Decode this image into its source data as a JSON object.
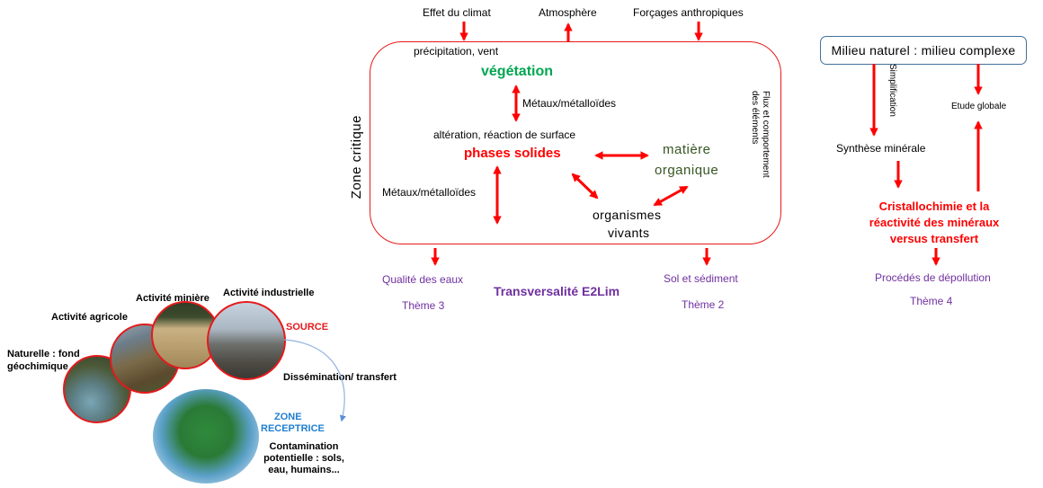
{
  "colors": {
    "arrow_red": "#ff0000",
    "box_border_red": "#e51a1a",
    "vegetation_green": "#00a650",
    "organic_green": "#375623",
    "theme_purple": "#7030a0",
    "receptor_blue": "#1f7fd1",
    "milieu_box_border": "#41719c"
  },
  "critical_zone": {
    "side_label": "Zone critique",
    "right_label_line1": "Flux et comportement",
    "right_label_line2": "des éléments",
    "inputs": [
      {
        "label": "Effet du climat",
        "direction": "down"
      },
      {
        "label": "Atmosphère",
        "direction": "up"
      },
      {
        "label": "Forçages anthropiques",
        "direction": "down"
      }
    ],
    "precipitation": "précipitation, vent",
    "vegetation": "végétation",
    "metals_upper": "Métaux/métalloïdes",
    "alteration": "altération, réaction de surface",
    "solid_phases": "phases solides",
    "organic_matter_line1": "matière",
    "organic_matter_line2": "organique",
    "metals_lower": "Métaux/métalloïdes",
    "organisms_line1": "organismes",
    "organisms_line2": "vivants"
  },
  "themes": {
    "water_quality": "Qualité des eaux",
    "theme3": "Thème 3",
    "transversality": "Transversalité E2Lim",
    "soil_sediment": "Sol et sédiment",
    "theme2": "Thème 2"
  },
  "right_flow": {
    "box_label": "Milieu naturel : milieu complexe",
    "simplification": "Simplification",
    "global_study": "Etude globale",
    "mineral_synthesis": "Synthèse minérale",
    "crystal_line1": "Cristallochimie et la",
    "crystal_line2": "réactivité des minéraux",
    "crystal_line3": "versus transfert",
    "depollution": "Procédés de dépollution",
    "theme4": "Thème 4"
  },
  "source_panel": {
    "natural_line1": "Naturelle : fond",
    "natural_line2": "géochimique",
    "agricultural": "Activité agricole",
    "mining": "Activité minière",
    "industrial": "Activité industrielle",
    "source": "SOURCE",
    "dissemination": "Dissémination/ transfert",
    "receptor_line1": "ZONE",
    "receptor_line2": "RECEPTRICE",
    "contamination_line1": "Contamination",
    "contamination_line2": "potentielle : sols,",
    "contamination_line3": "eau, humains..."
  }
}
